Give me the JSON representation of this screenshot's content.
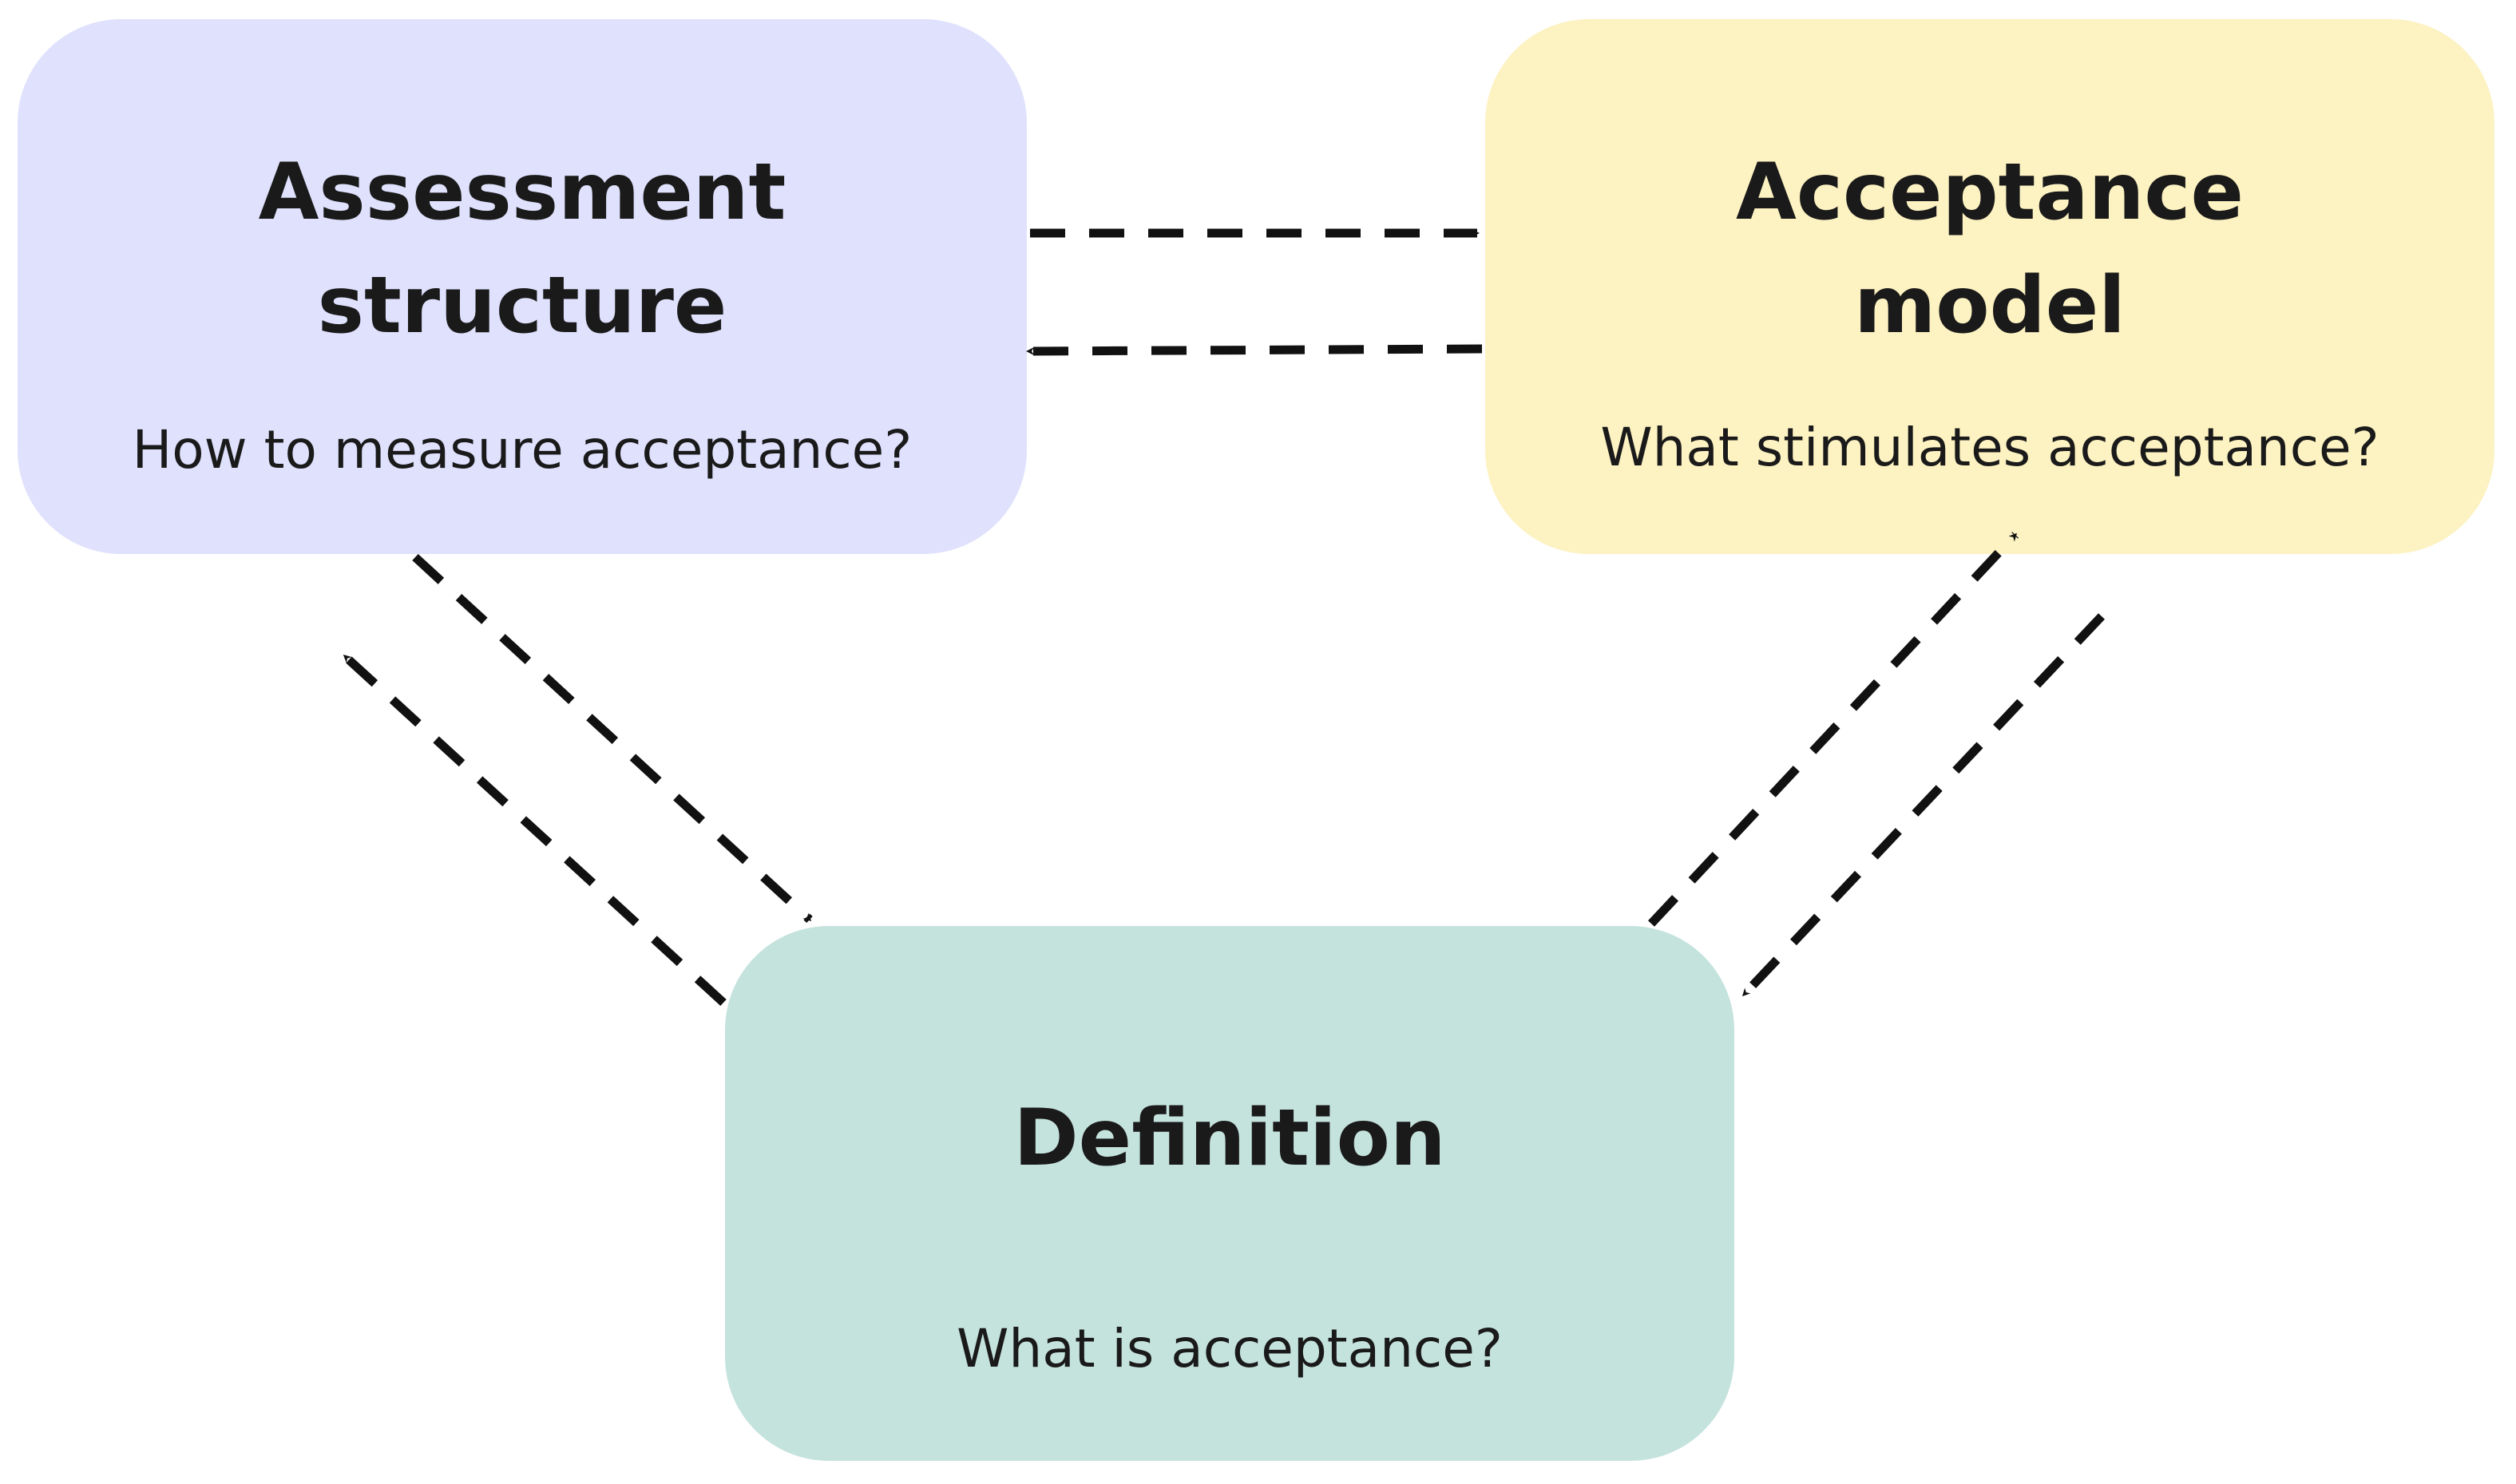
{
  "colors": {
    "assessment_fill": "#dfe1fd",
    "acceptance_fill": "#fdf2c2",
    "definition_fill": "#c5e3dd",
    "arrow": "#111111"
  },
  "nodes": {
    "assessment": {
      "title": "Assessment structure",
      "question": "How to measure acceptance?"
    },
    "acceptance": {
      "title": "Acceptance model",
      "question": "What stimulates acceptance?"
    },
    "definition": {
      "title": "Definition",
      "question": "What is acceptance?"
    }
  },
  "edges": [
    {
      "from": "assessment",
      "to": "acceptance",
      "style": "dashed"
    },
    {
      "from": "acceptance",
      "to": "assessment",
      "style": "dashed"
    },
    {
      "from": "assessment",
      "to": "definition",
      "style": "dashed"
    },
    {
      "from": "definition",
      "to": "assessment",
      "style": "dashed"
    },
    {
      "from": "definition",
      "to": "acceptance",
      "style": "dashed"
    },
    {
      "from": "acceptance",
      "to": "definition",
      "style": "dashed"
    }
  ]
}
